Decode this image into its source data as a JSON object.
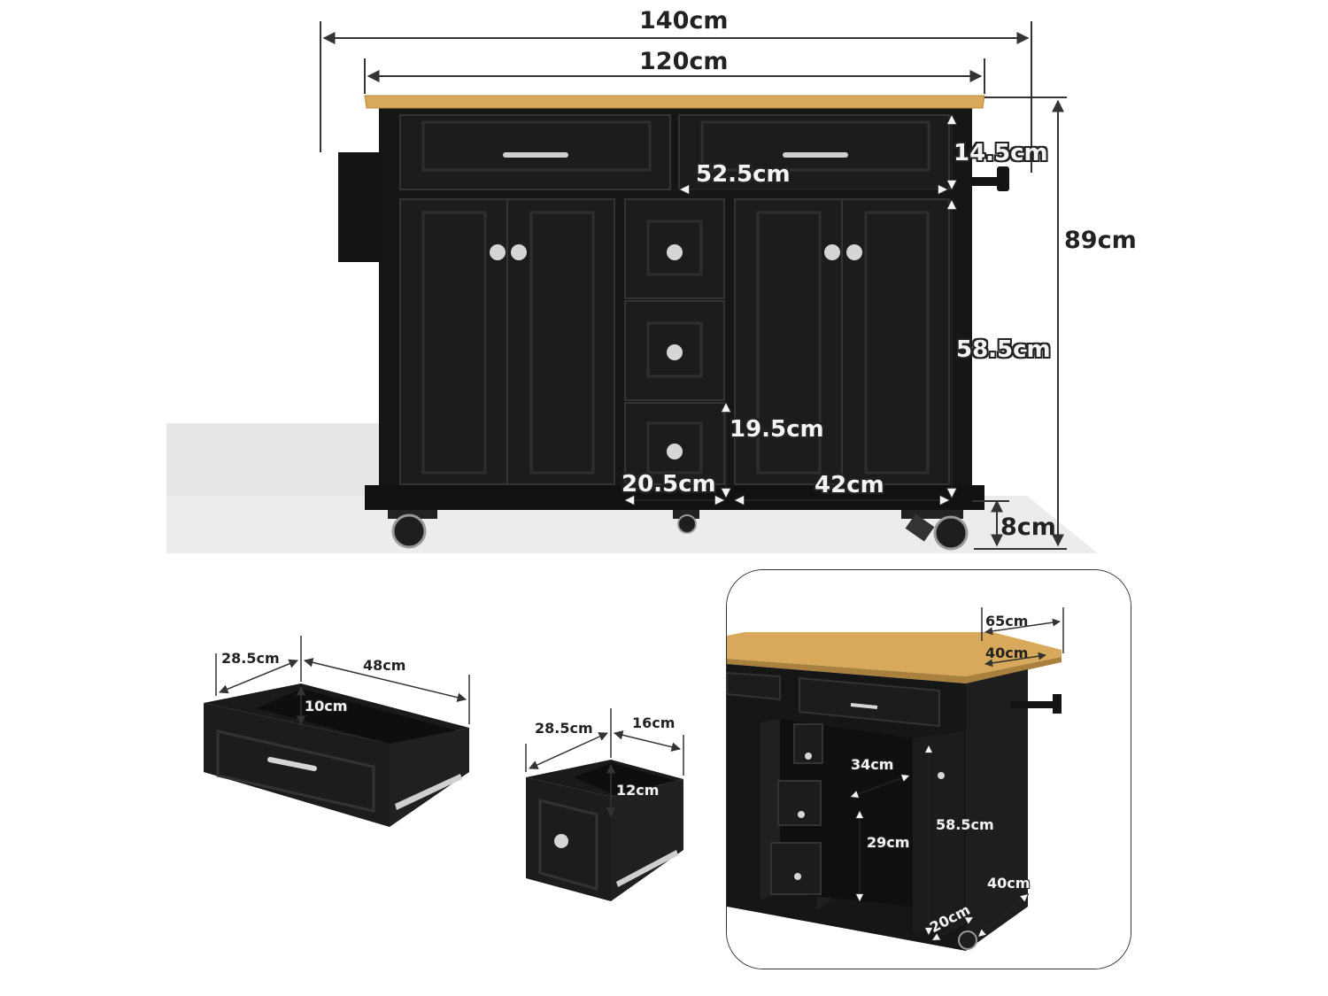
{
  "colors": {
    "cabinet": "#1a1a1a",
    "cabinet_panel": "#222222",
    "wood_top": "#d8a95a",
    "dimension_line": "#333333",
    "shadow": "#e2e2e2",
    "handle": "#c9c9c9"
  },
  "main_view": {
    "overall_width": "140cm",
    "top_width": "120cm",
    "drawer_height": "14.5cm",
    "drawer_width": "52.5cm",
    "total_height": "89cm",
    "cabinet_height": "58.5cm",
    "small_drawer_height": "19.5cm",
    "small_drawer_width": "20.5cm",
    "door_width": "42cm",
    "wheel_height": "8cm"
  },
  "large_drawer": {
    "depth": "28.5cm",
    "width": "48cm",
    "height": "10cm"
  },
  "small_drawer": {
    "depth": "28.5cm",
    "width": "16cm",
    "height": "12cm"
  },
  "detail_view": {
    "top_depth": "65cm",
    "cabinet_depth": "40cm",
    "shelf_depth": "34cm",
    "inner_height": "29cm",
    "side_height": "58.5cm",
    "side_depth": "40cm",
    "bottom_height": "20cm"
  }
}
